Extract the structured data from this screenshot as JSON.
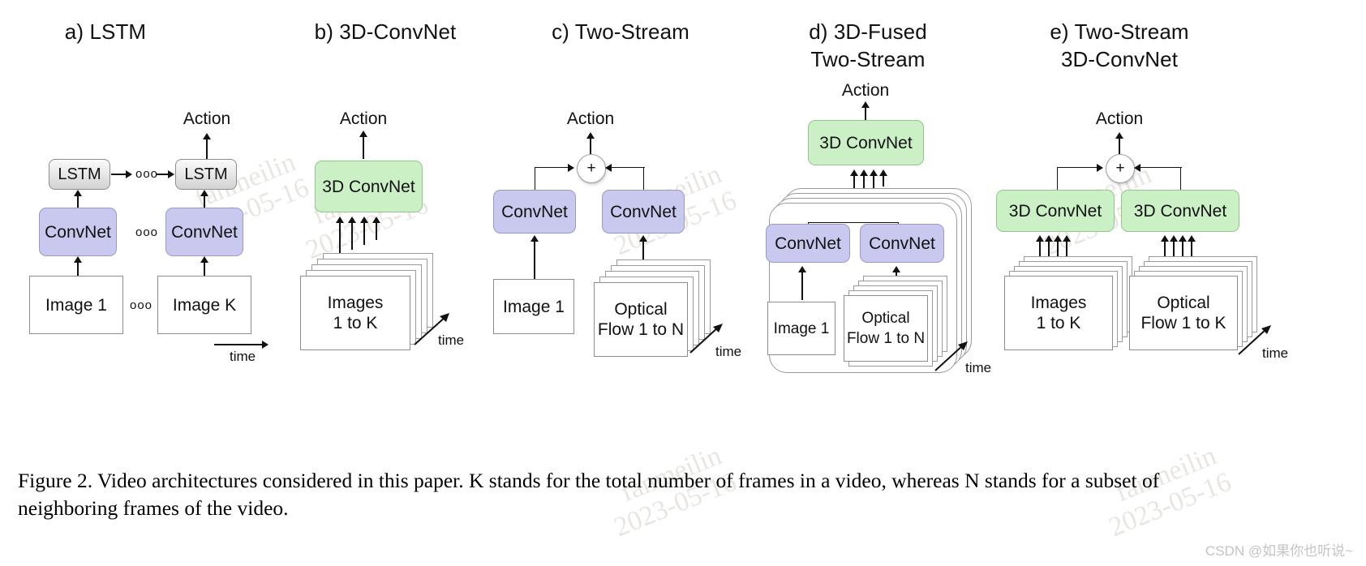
{
  "figure": {
    "caption_line1": "Figure 2. Video architectures considered in this paper. K stands for the total number of frames in a video, whereas N stands for a subset of",
    "caption_line2": "neighboring frames of the video.",
    "watermark_text": "fanmeilin",
    "watermark_date": "2023-05-16",
    "csdn_watermark": "CSDN @如果你也听说~",
    "colors": {
      "convnet_fill": "#c9c9ef",
      "convnet_stroke": "#9a9ac4",
      "convnet3d_fill": "#ccf0c6",
      "convnet3d_stroke": "#93c68c",
      "lstm_fill_top": "#fbfbfb",
      "lstm_fill_bottom": "#d2d2d2",
      "frame_stroke": "#8c8c8c",
      "arrow": "#111111",
      "background": "#ffffff"
    }
  },
  "panels": [
    {
      "id": "a",
      "title": "a) LSTM",
      "output_label": "Action",
      "time_label": "time",
      "ellipsis": "ooo",
      "nodes": {
        "lstm_left": "LSTM",
        "lstm_right": "LSTM",
        "convnet_left": "ConvNet",
        "convnet_right": "ConvNet",
        "input_left": "Image 1",
        "input_right": "Image K"
      }
    },
    {
      "id": "b",
      "title": "b) 3D-ConvNet",
      "output_label": "Action",
      "time_label": "time",
      "nodes": {
        "net": "3D ConvNet",
        "input_line1": "Images",
        "input_line2": "1 to K"
      }
    },
    {
      "id": "c",
      "title": "c) Two-Stream",
      "output_label": "Action",
      "time_label": "time",
      "fusion_symbol": "+",
      "nodes": {
        "net_left": "ConvNet",
        "net_right": "ConvNet",
        "input_left": "Image 1",
        "input_right_line1": "Optical",
        "input_right_line2": "Flow 1 to N"
      }
    },
    {
      "id": "d",
      "title": "d) 3D-Fused\nTwo-Stream",
      "output_label": "Action",
      "time_label": "time",
      "nodes": {
        "net_top": "3D ConvNet",
        "net_left": "ConvNet",
        "net_right": "ConvNet",
        "input_left": "Image 1",
        "input_right_line1": "Optical",
        "input_right_line2": "Flow 1 to N"
      }
    },
    {
      "id": "e",
      "title": "e) Two-Stream\n3D-ConvNet",
      "output_label": "Action",
      "time_label": "time",
      "fusion_symbol": "+",
      "nodes": {
        "net_left": "3D ConvNet",
        "net_right": "3D ConvNet",
        "input_left_line1": "Images",
        "input_left_line2": "1 to K",
        "input_right_line1": "Optical",
        "input_right_line2": "Flow 1 to K"
      }
    }
  ]
}
